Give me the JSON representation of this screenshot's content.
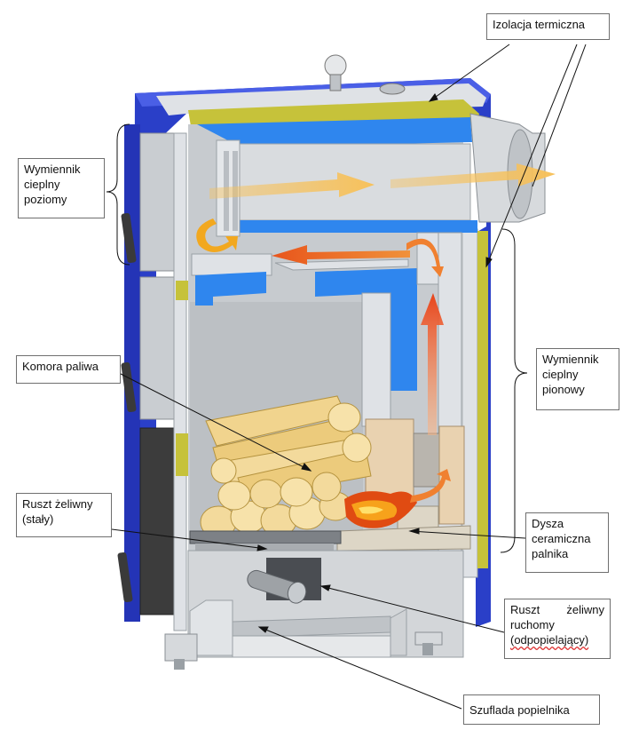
{
  "labels": {
    "izolacja": "Izolacja termiczna",
    "wymiennik_poziomy": [
      "Wymiennik",
      "cieplny",
      "poziomy"
    ],
    "wymiennik_pionowy": [
      "Wymiennik",
      "cieplny",
      "pionowy"
    ],
    "komora": "Komora paliwa",
    "ruszt_staly": [
      "Ruszt żeliwny",
      "(stały)"
    ],
    "dysza": [
      "Dysza",
      "ceramiczna",
      "palnika"
    ],
    "ruszt_ruchomy": [
      "Ruszt    żeliwny",
      "ruchomy",
      "(odpopielający)"
    ],
    "szuflada": "Szuflada popielnika"
  },
  "colors": {
    "body_blue": "#2a3fc8",
    "water_blue": "#2f86ee",
    "insulation": "#c6c23a",
    "flue_gas_arrow": "#f2b64a",
    "flame_arrow": "#e8551c",
    "casing_gray": "#c9cdd1",
    "label_border": "#6f6f6f"
  }
}
